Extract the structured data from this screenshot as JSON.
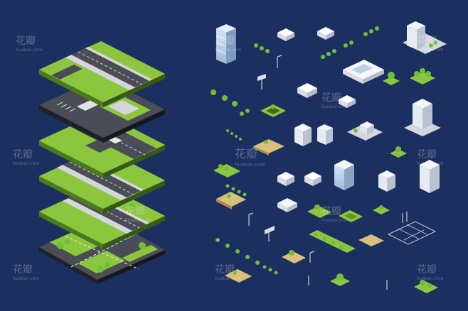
{
  "watermark": {
    "brand": "花瓣",
    "sub": "huaban.com",
    "color": "#ffffff"
  },
  "palette": {
    "background": "#1b2f60",
    "grass": "#8cc63f",
    "grass_dark": "#5e9424",
    "road": "#4a4d55",
    "road_side": "#2f3238",
    "sidewalk": "#d4d6dc",
    "building_light": "#f4f6fa",
    "building_glass": "#b8cfe6",
    "tree": "#6fbf3a",
    "sand": "#d9c07a"
  },
  "icons": [
    "city-tile",
    "road-tile",
    "crossroad-tile",
    "parking-tile",
    "office-tower",
    "house",
    "tree",
    "bush",
    "street-lamp",
    "road-sign",
    "park-plot",
    "crosswalk"
  ]
}
